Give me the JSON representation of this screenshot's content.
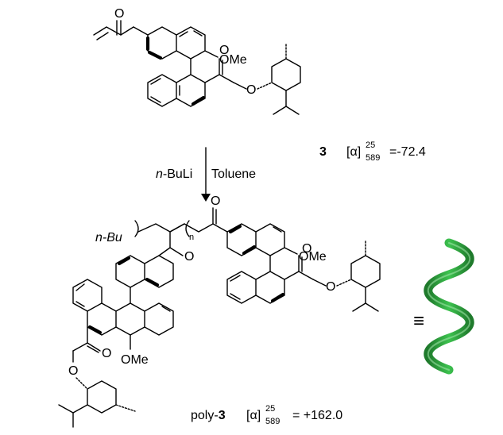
{
  "reaction": {
    "reagent_italic": "n",
    "reagent_rest": "-BuLi",
    "solvent": "Toluene"
  },
  "monomer": {
    "number": "3",
    "rotation_bracket": "[α]",
    "rotation_sup": "25",
    "rotation_sub": "589",
    "rotation_value": "=-72.4"
  },
  "polymer": {
    "prefix": "poly-",
    "number": "3",
    "rotation_bracket": "[α]",
    "rotation_sup": "25",
    "rotation_sub": "589",
    "rotation_value": "= +162.0",
    "end_group": "n-Bu",
    "repeat_subscript": "n"
  },
  "atom_labels": {
    "methoxy": "OMe",
    "oxygen": "O"
  },
  "equivalence_symbol": "≡",
  "colors": {
    "helix_dark": "#1f7a2c",
    "helix_light": "#3dc24f"
  }
}
